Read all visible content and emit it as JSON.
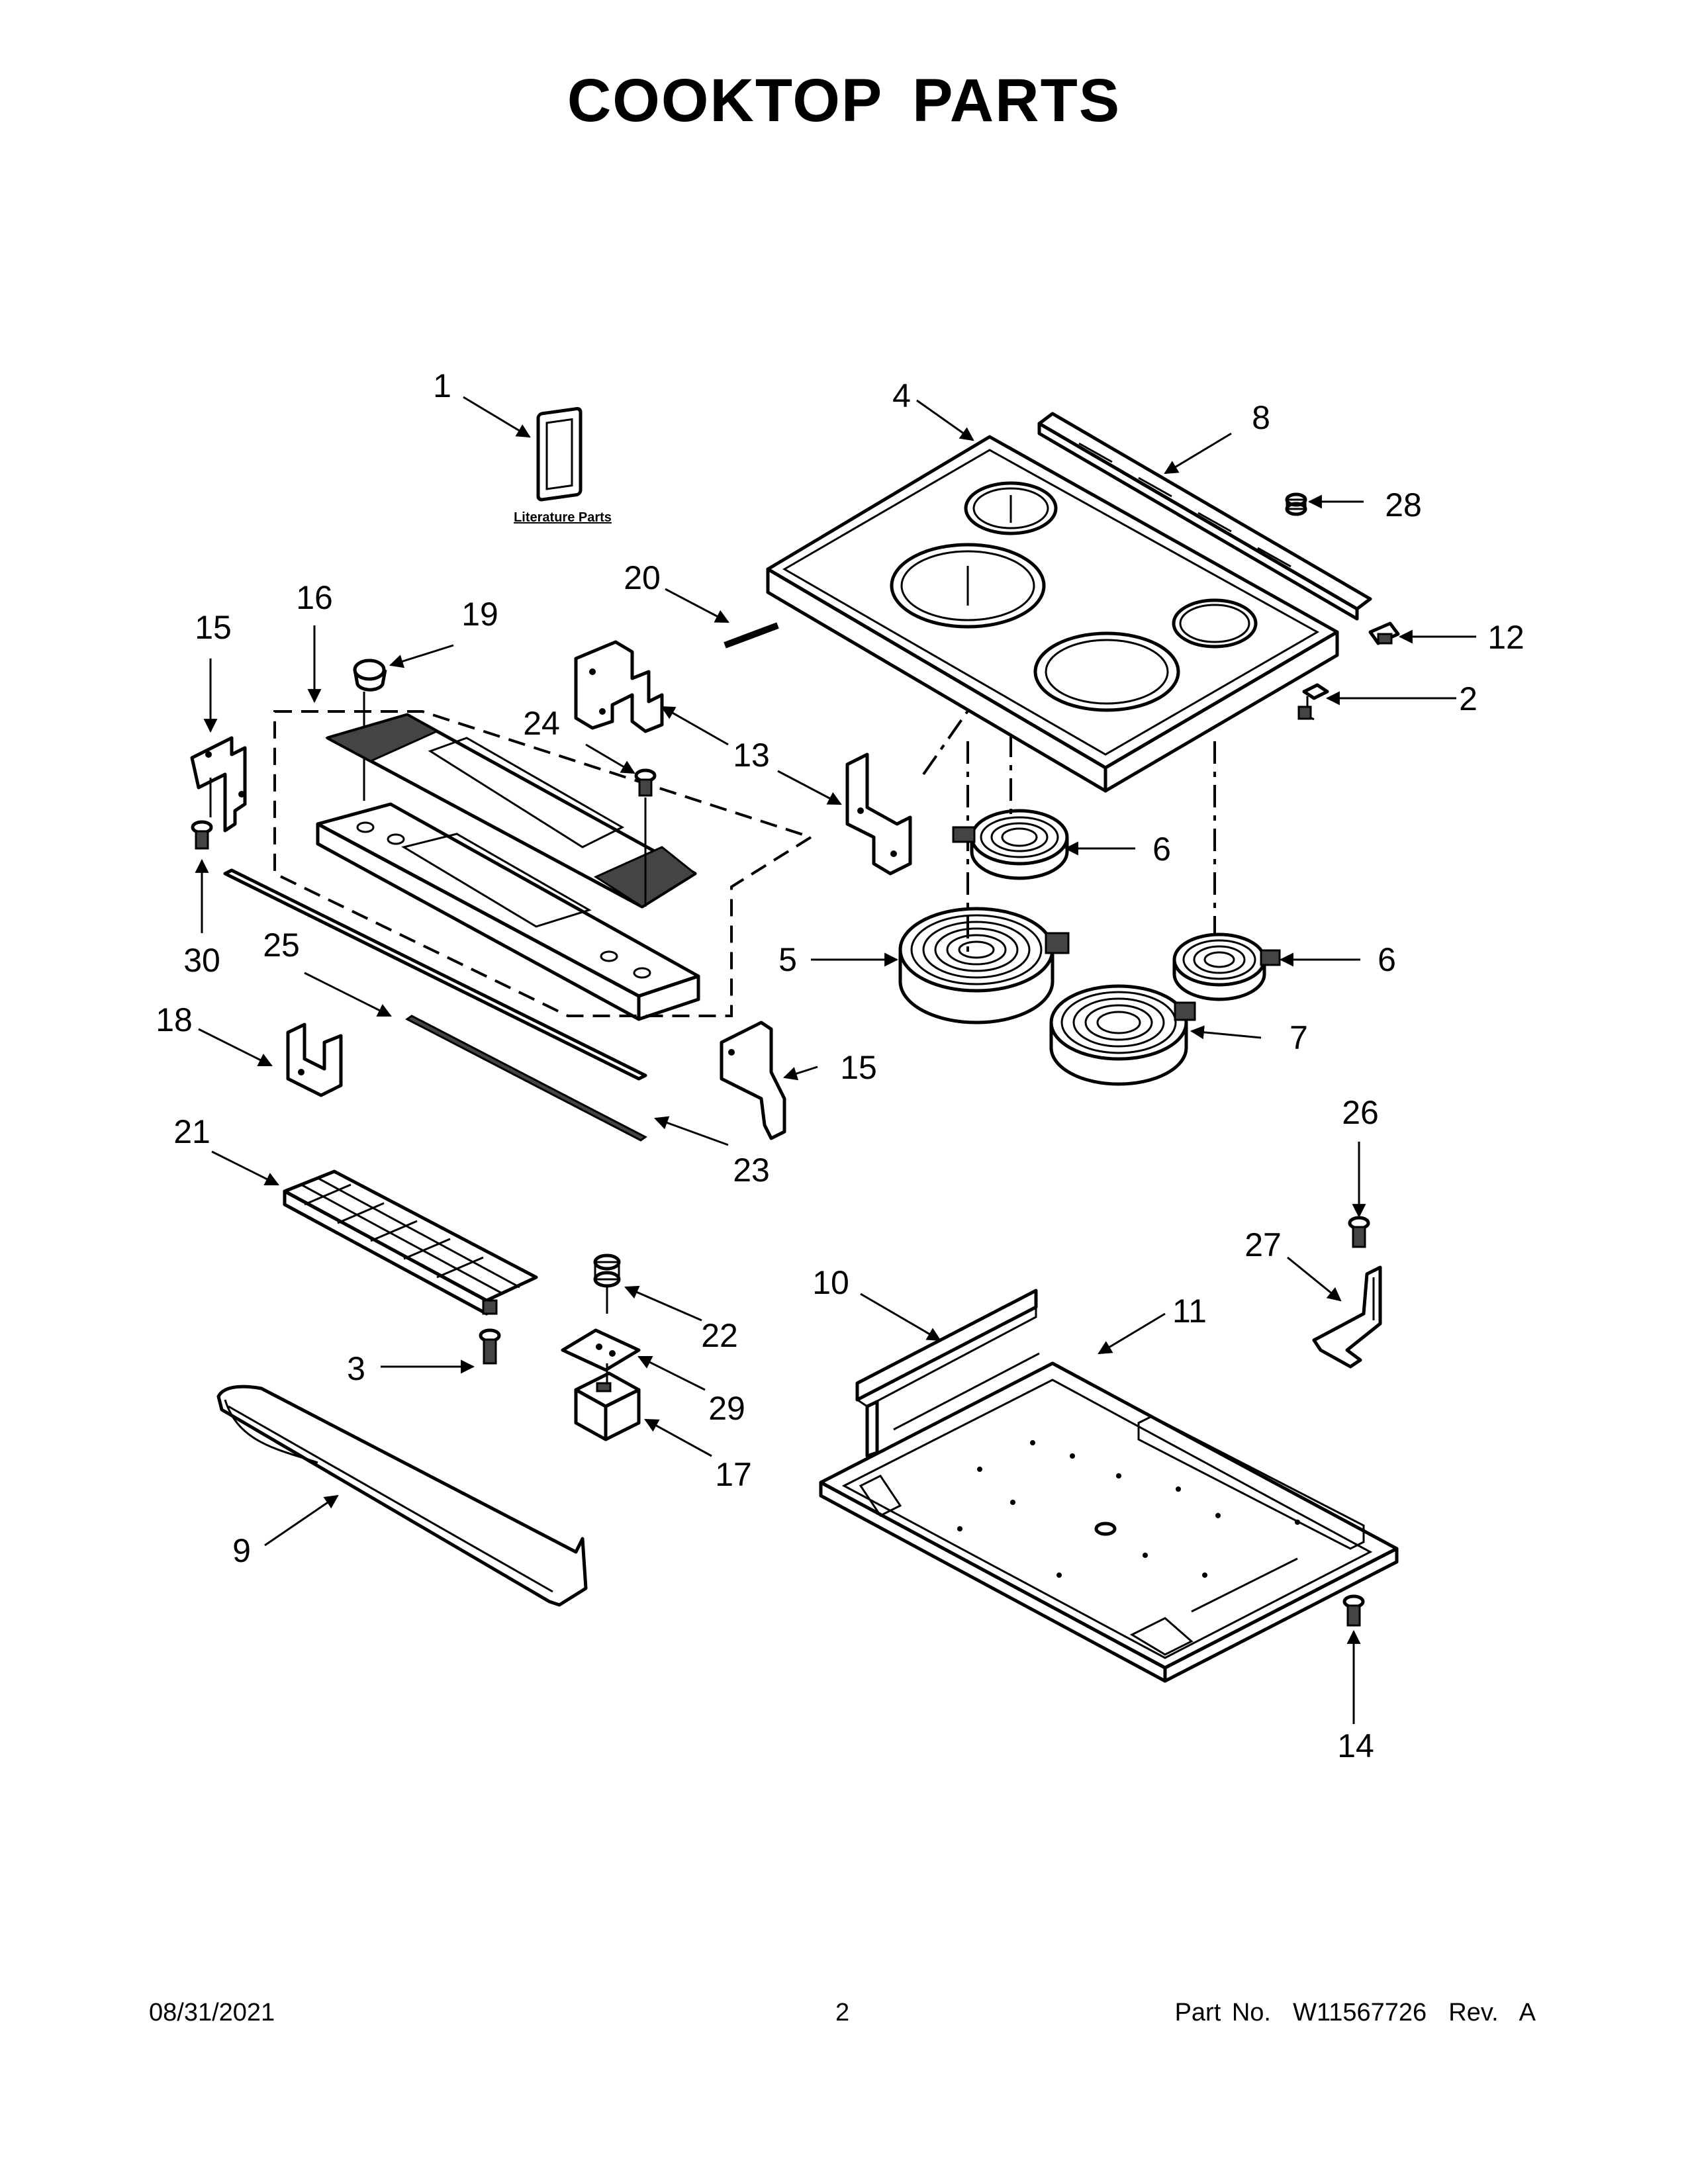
{
  "title": "COOKTOP PARTS",
  "literature_label": "Literature Parts",
  "callouts": [
    {
      "id": "c1",
      "label": "1"
    },
    {
      "id": "c2",
      "label": "2"
    },
    {
      "id": "c3",
      "label": "3"
    },
    {
      "id": "c4",
      "label": "4"
    },
    {
      "id": "c5",
      "label": "5"
    },
    {
      "id": "c6a",
      "label": "6"
    },
    {
      "id": "c6b",
      "label": "6"
    },
    {
      "id": "c7",
      "label": "7"
    },
    {
      "id": "c8",
      "label": "8"
    },
    {
      "id": "c9",
      "label": "9"
    },
    {
      "id": "c10",
      "label": "10"
    },
    {
      "id": "c11",
      "label": "11"
    },
    {
      "id": "c12",
      "label": "12"
    },
    {
      "id": "c13",
      "label": "13"
    },
    {
      "id": "c14",
      "label": "14"
    },
    {
      "id": "c15a",
      "label": "15"
    },
    {
      "id": "c15b",
      "label": "15"
    },
    {
      "id": "c16",
      "label": "16"
    },
    {
      "id": "c17",
      "label": "17"
    },
    {
      "id": "c18",
      "label": "18"
    },
    {
      "id": "c19",
      "label": "19"
    },
    {
      "id": "c20",
      "label": "20"
    },
    {
      "id": "c21",
      "label": "21"
    },
    {
      "id": "c22",
      "label": "22"
    },
    {
      "id": "c23",
      "label": "23"
    },
    {
      "id": "c24",
      "label": "24"
    },
    {
      "id": "c25",
      "label": "25"
    },
    {
      "id": "c26",
      "label": "26"
    },
    {
      "id": "c27",
      "label": "27"
    },
    {
      "id": "c28",
      "label": "28"
    },
    {
      "id": "c29",
      "label": "29"
    },
    {
      "id": "c30",
      "label": "30"
    }
  ],
  "footer": {
    "date": "08/31/2021",
    "page": "2",
    "part_number": "Part No.  W11567726  Rev.  A"
  }
}
